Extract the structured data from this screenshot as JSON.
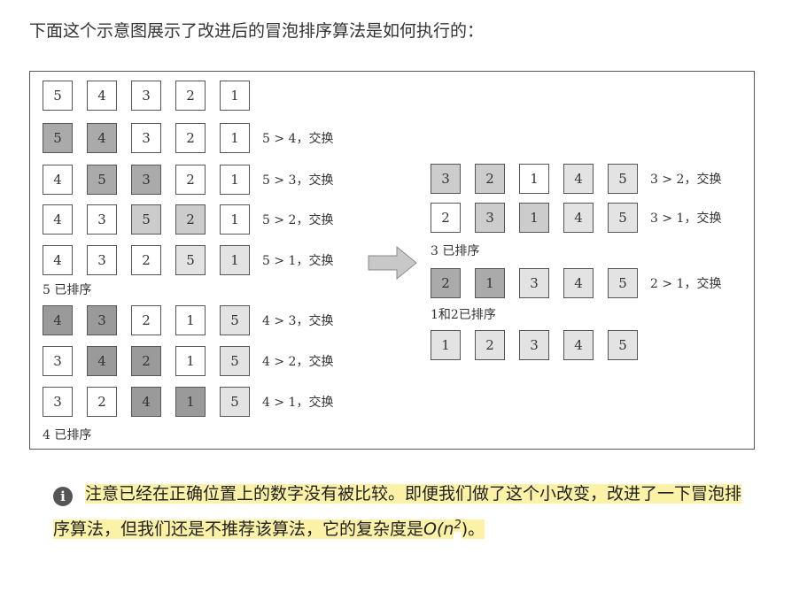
{
  "intro_text": "下面这个示意图展示了改进后的冒泡排序算法是如何执行的：",
  "figure": {
    "left_rows": [
      {
        "cells": [
          {
            "v": "5",
            "s": 0
          },
          {
            "v": "4",
            "s": 0
          },
          {
            "v": "3",
            "s": 0
          },
          {
            "v": "2",
            "s": 0
          },
          {
            "v": "1",
            "s": 0
          }
        ],
        "note": ""
      },
      {
        "cells": [
          {
            "v": "5",
            "s": 3
          },
          {
            "v": "4",
            "s": 3
          },
          {
            "v": "3",
            "s": 0
          },
          {
            "v": "2",
            "s": 0
          },
          {
            "v": "1",
            "s": 0
          }
        ],
        "note": "5 > 4，交换"
      },
      {
        "cells": [
          {
            "v": "4",
            "s": 0
          },
          {
            "v": "5",
            "s": 3
          },
          {
            "v": "3",
            "s": 3
          },
          {
            "v": "2",
            "s": 0
          },
          {
            "v": "1",
            "s": 0
          }
        ],
        "note": "5 > 3，交换"
      },
      {
        "cells": [
          {
            "v": "4",
            "s": 0
          },
          {
            "v": "3",
            "s": 0
          },
          {
            "v": "5",
            "s": 2
          },
          {
            "v": "2",
            "s": 2
          },
          {
            "v": "1",
            "s": 0
          }
        ],
        "note": "5 > 2，交换"
      },
      {
        "cells": [
          {
            "v": "4",
            "s": 0
          },
          {
            "v": "3",
            "s": 0
          },
          {
            "v": "2",
            "s": 0
          },
          {
            "v": "5",
            "s": 1
          },
          {
            "v": "1",
            "s": 1
          }
        ],
        "note": "5 > 1，交换"
      },
      {
        "cells": [
          {
            "v": "4",
            "s": 4
          },
          {
            "v": "3",
            "s": 4
          },
          {
            "v": "2",
            "s": 0
          },
          {
            "v": "1",
            "s": 0
          },
          {
            "v": "5",
            "s": 1
          }
        ],
        "note": "4 > 3，交换"
      },
      {
        "cells": [
          {
            "v": "3",
            "s": 0
          },
          {
            "v": "4",
            "s": 4
          },
          {
            "v": "2",
            "s": 4
          },
          {
            "v": "1",
            "s": 0
          },
          {
            "v": "5",
            "s": 1
          }
        ],
        "note": "4 > 2，交换"
      },
      {
        "cells": [
          {
            "v": "3",
            "s": 0
          },
          {
            "v": "2",
            "s": 0
          },
          {
            "v": "4",
            "s": 4
          },
          {
            "v": "1",
            "s": 4
          },
          {
            "v": "5",
            "s": 1
          }
        ],
        "note": "4 > 1，交换"
      }
    ],
    "left_labels": [
      "5 已排序",
      "4 已排序"
    ],
    "right_rows": [
      {
        "cells": [
          {
            "v": "3",
            "s": 2
          },
          {
            "v": "2",
            "s": 2
          },
          {
            "v": "1",
            "s": 0
          },
          {
            "v": "4",
            "s": 1
          },
          {
            "v": "5",
            "s": 1
          }
        ],
        "note": "3 > 2，交换"
      },
      {
        "cells": [
          {
            "v": "2",
            "s": 0
          },
          {
            "v": "3",
            "s": 2
          },
          {
            "v": "1",
            "s": 2
          },
          {
            "v": "4",
            "s": 1
          },
          {
            "v": "5",
            "s": 1
          }
        ],
        "note": "3 > 1，交换"
      },
      {
        "cells": [
          {
            "v": "2",
            "s": 3
          },
          {
            "v": "1",
            "s": 3
          },
          {
            "v": "3",
            "s": 1
          },
          {
            "v": "4",
            "s": 1
          },
          {
            "v": "5",
            "s": 1
          }
        ],
        "note": "2 > 1，交换"
      },
      {
        "cells": [
          {
            "v": "1",
            "s": 1
          },
          {
            "v": "2",
            "s": 1
          },
          {
            "v": "3",
            "s": 1
          },
          {
            "v": "4",
            "s": 1
          },
          {
            "v": "5",
            "s": 1
          }
        ],
        "note": ""
      }
    ],
    "right_labels": [
      "3 已排序",
      "1和2已排序"
    ]
  },
  "tip": {
    "text": "注意已经在正确位置上的数字没有被比较。即便我们做了这个小改变，改进了一下冒泡排序算法，但我们还是不推荐该算法，它的复杂度是",
    "formula_base": "O(n",
    "formula_exp": "2",
    "formula_end": ")。"
  }
}
